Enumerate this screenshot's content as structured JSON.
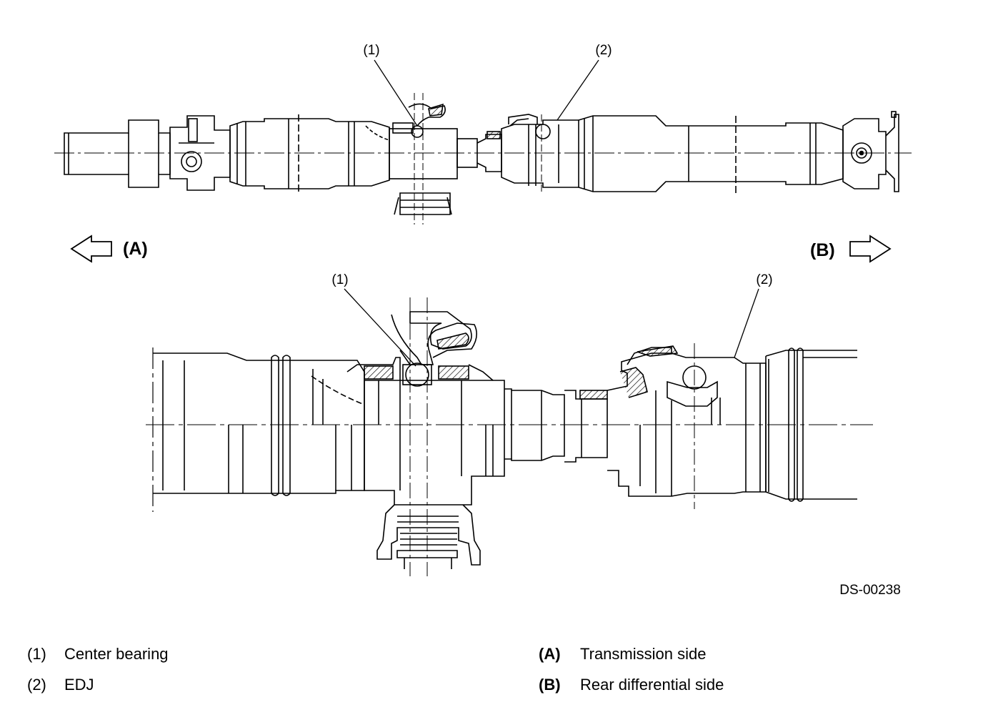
{
  "diagram": {
    "top_view": {
      "callout_1": "(1)",
      "callout_2": "(2)"
    },
    "detail_view": {
      "callout_1": "(1)",
      "callout_2": "(2)"
    },
    "direction_a": "(A)",
    "direction_b": "(B)",
    "figure_id": "DS-00238"
  },
  "legend": [
    {
      "key": "(1)",
      "text": "Center bearing"
    },
    {
      "key": "(2)",
      "text": "EDJ"
    },
    {
      "key": "(A)",
      "text": "Transmission side"
    },
    {
      "key": "(B)",
      "text": "Rear differential side"
    }
  ]
}
